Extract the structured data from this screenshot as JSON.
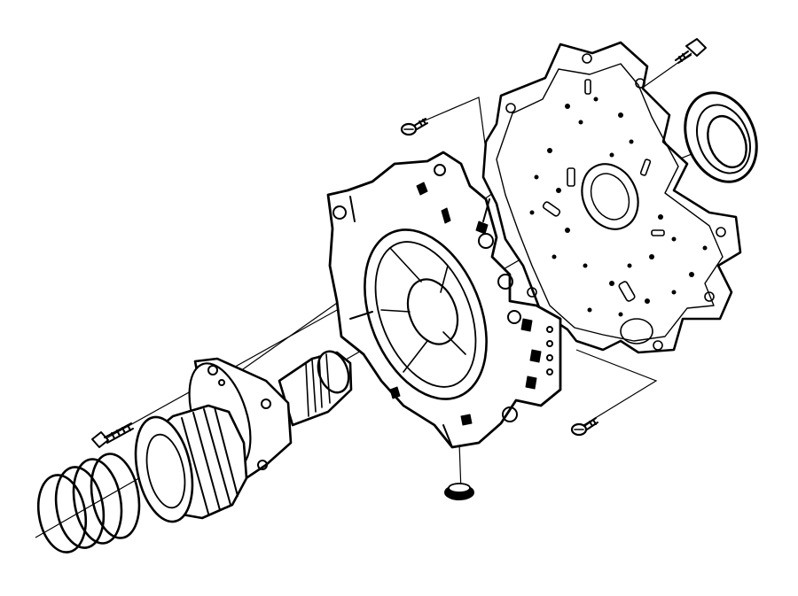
{
  "diagram": {
    "style": "exploded-view line drawing",
    "ink_color": "#000000",
    "background_color": "#ffffff",
    "parts": [
      {
        "id": "return-spring",
        "icon": "coil-spring-icon"
      },
      {
        "id": "piston",
        "icon": "piston-icon"
      },
      {
        "id": "stator-shaft",
        "icon": "flanged-shaft-icon"
      },
      {
        "id": "shaft-bolt",
        "icon": "bolt-icon"
      },
      {
        "id": "pump-body",
        "icon": "pump-body-icon"
      },
      {
        "id": "valve-body-plate",
        "icon": "valve-body-plate-icon"
      },
      {
        "id": "oil-seal",
        "icon": "seal-ring-icon"
      },
      {
        "id": "upper-screw-left",
        "icon": "screw-icon"
      },
      {
        "id": "upper-bolt-right",
        "icon": "bolt-icon"
      },
      {
        "id": "lower-screw",
        "icon": "screw-icon"
      },
      {
        "id": "bottom-plug",
        "icon": "plug-icon"
      }
    ]
  }
}
